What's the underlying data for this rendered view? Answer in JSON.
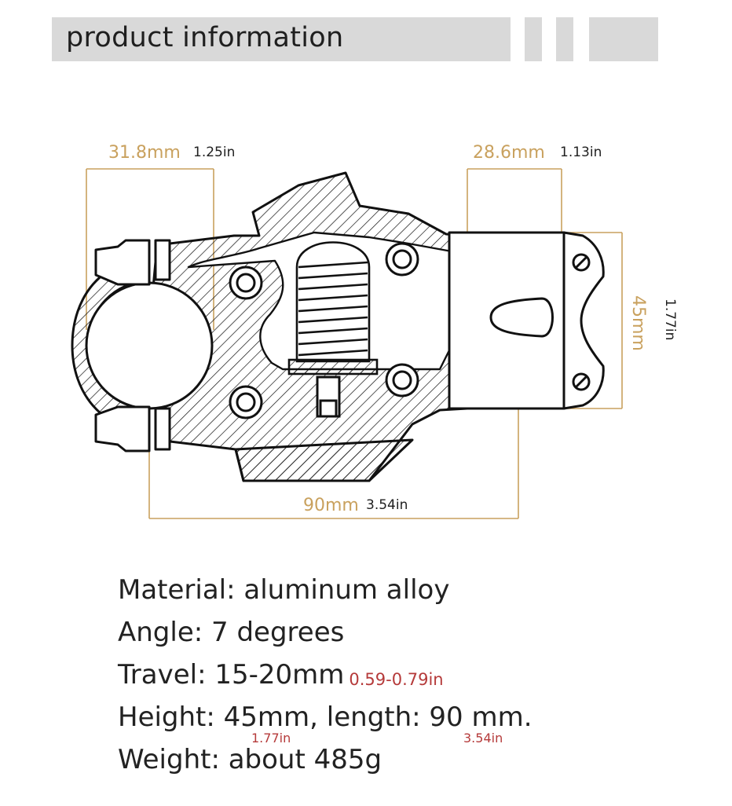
{
  "header": {
    "title": "product information"
  },
  "dimensions": {
    "clamp_diameter": {
      "mm": "31.8mm",
      "inch": "1.25in"
    },
    "steerer_diameter": {
      "mm": "28.6mm",
      "inch": "1.13in"
    },
    "height": {
      "mm": "45mm",
      "inch": "1.77in"
    },
    "length": {
      "mm": "90mm",
      "inch": "3.54in"
    }
  },
  "specs": {
    "material": "Material: aluminum alloy",
    "angle": "Angle: 7 degrees",
    "travel": "Travel: 15-20mm",
    "travel_inch": "0.59-0.79in",
    "height_length": "Height: 45mm, length: 90 mm.",
    "height_inch": "1.77in",
    "length_inch": "3.54in",
    "weight": "Weight: about 485g"
  },
  "colors": {
    "dimension_accent": "#c9a15e",
    "inch_note": "#b53a3a",
    "header_bar": "#d9d9d9",
    "line_art": "#111111"
  }
}
